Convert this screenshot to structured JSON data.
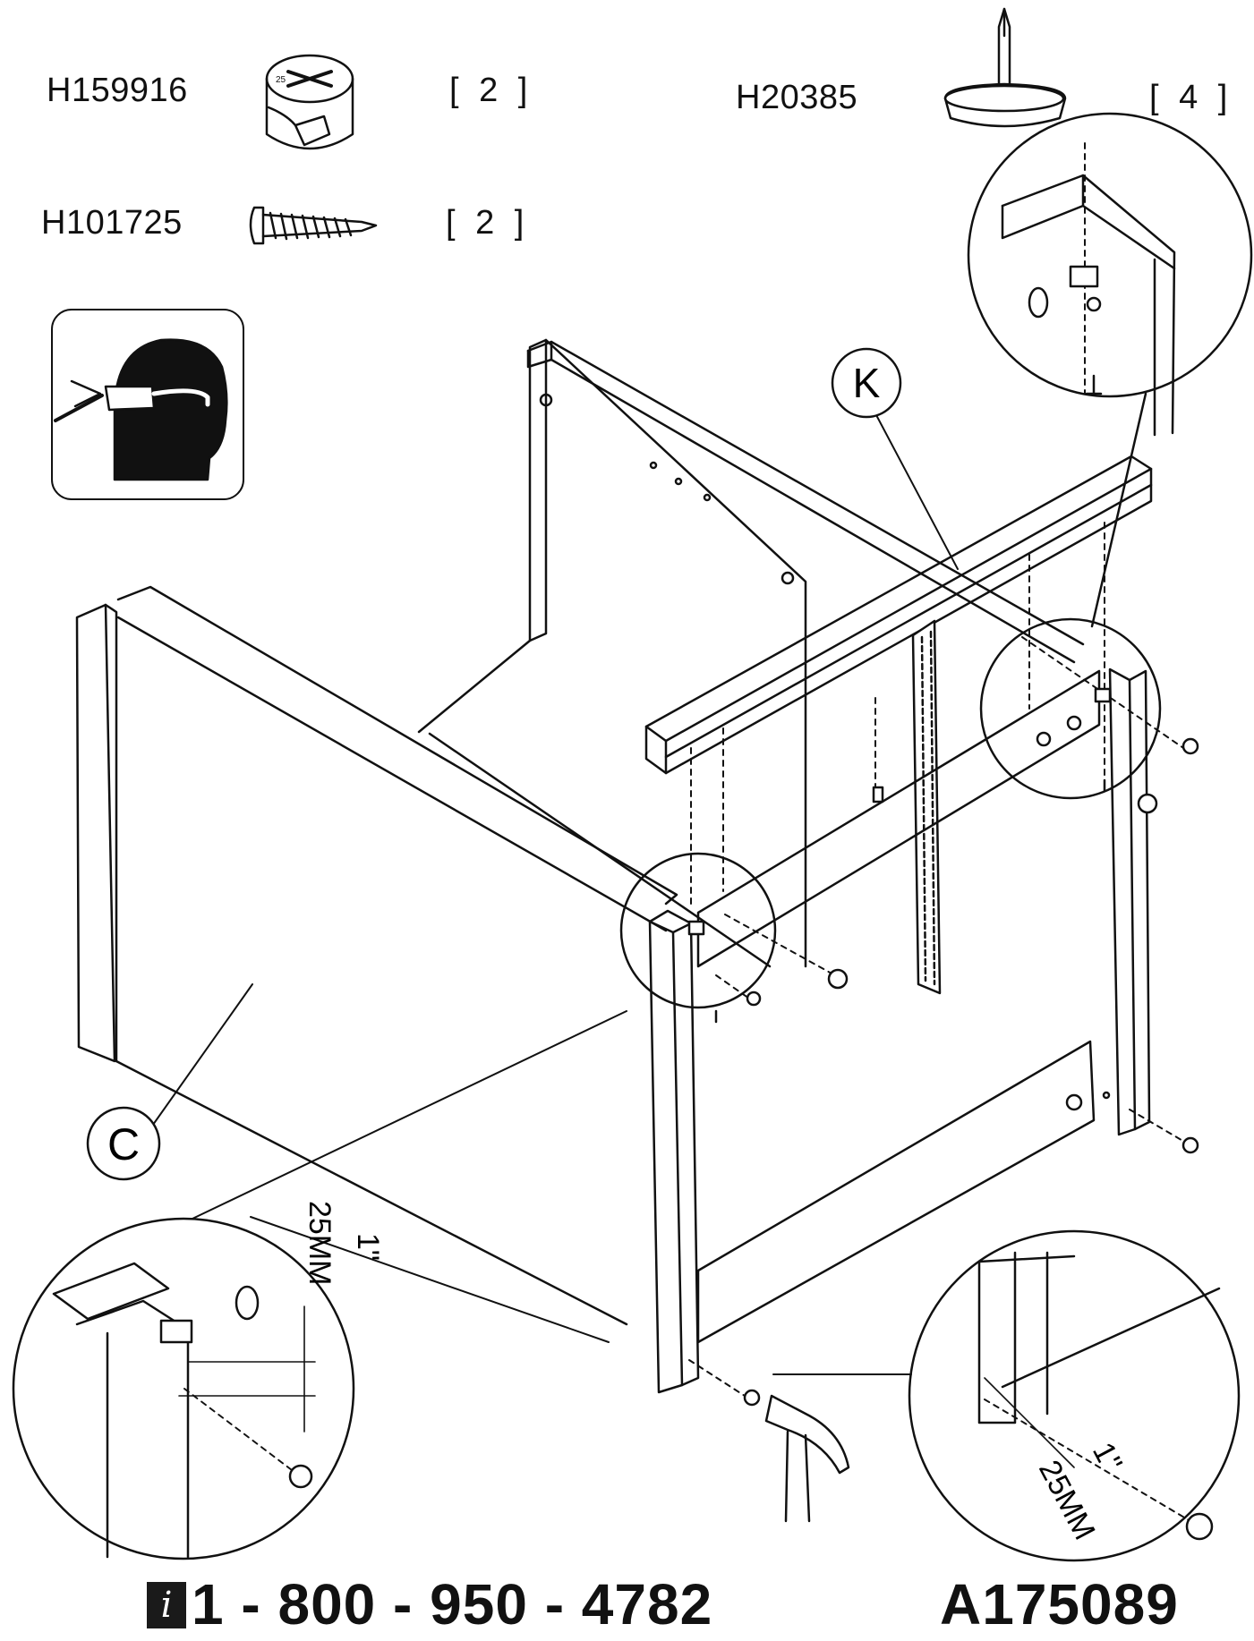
{
  "parts": [
    {
      "id": "H159916",
      "qty": "[ 2 ]",
      "icon": "cam-lock-icon"
    },
    {
      "id": "H101725",
      "qty": "[ 2 ]",
      "icon": "screw-icon"
    },
    {
      "id": "H20385",
      "qty": "[ 4 ]",
      "icon": "nail-glide-icon"
    }
  ],
  "callouts": {
    "K": "K",
    "C": "C"
  },
  "dimensions": {
    "left": {
      "inch": "1\"",
      "mm": "25MM"
    },
    "right": {
      "inch": "1\"",
      "mm": "25MM"
    }
  },
  "footer": {
    "info_icon": "i",
    "phone": "1  -  800 - 950 - 4782",
    "code": "A175089"
  },
  "safety_icon": "safety-goggles-icon"
}
